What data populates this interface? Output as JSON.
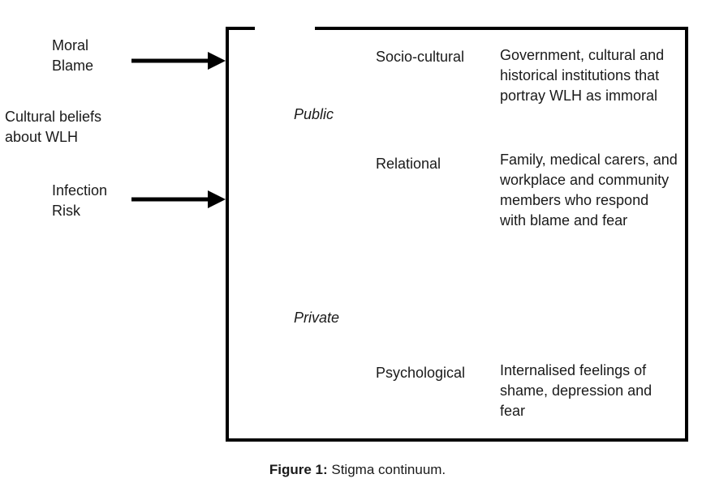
{
  "inputs": {
    "moral_blame": "Moral\nBlame",
    "cultural_beliefs": "Cultural beliefs\nabout WLH",
    "infection_risk": "Infection\nRisk"
  },
  "levels": {
    "public": "Public",
    "private": "Private"
  },
  "categories": [
    {
      "name": "Socio-cultural",
      "description": "Government, cultural and\nhistorical institutions that\nportray WLH as immoral"
    },
    {
      "name": "Relational",
      "description": "Family, medical carers, and\nworkplace and community\nmembers who respond\nwith blame and fear"
    },
    {
      "name": "Psychological",
      "description": "Internalised feelings of\nshame, depression and\nfear"
    }
  ],
  "caption": {
    "label": "Figure 1:",
    "text": " Stigma continuum."
  }
}
